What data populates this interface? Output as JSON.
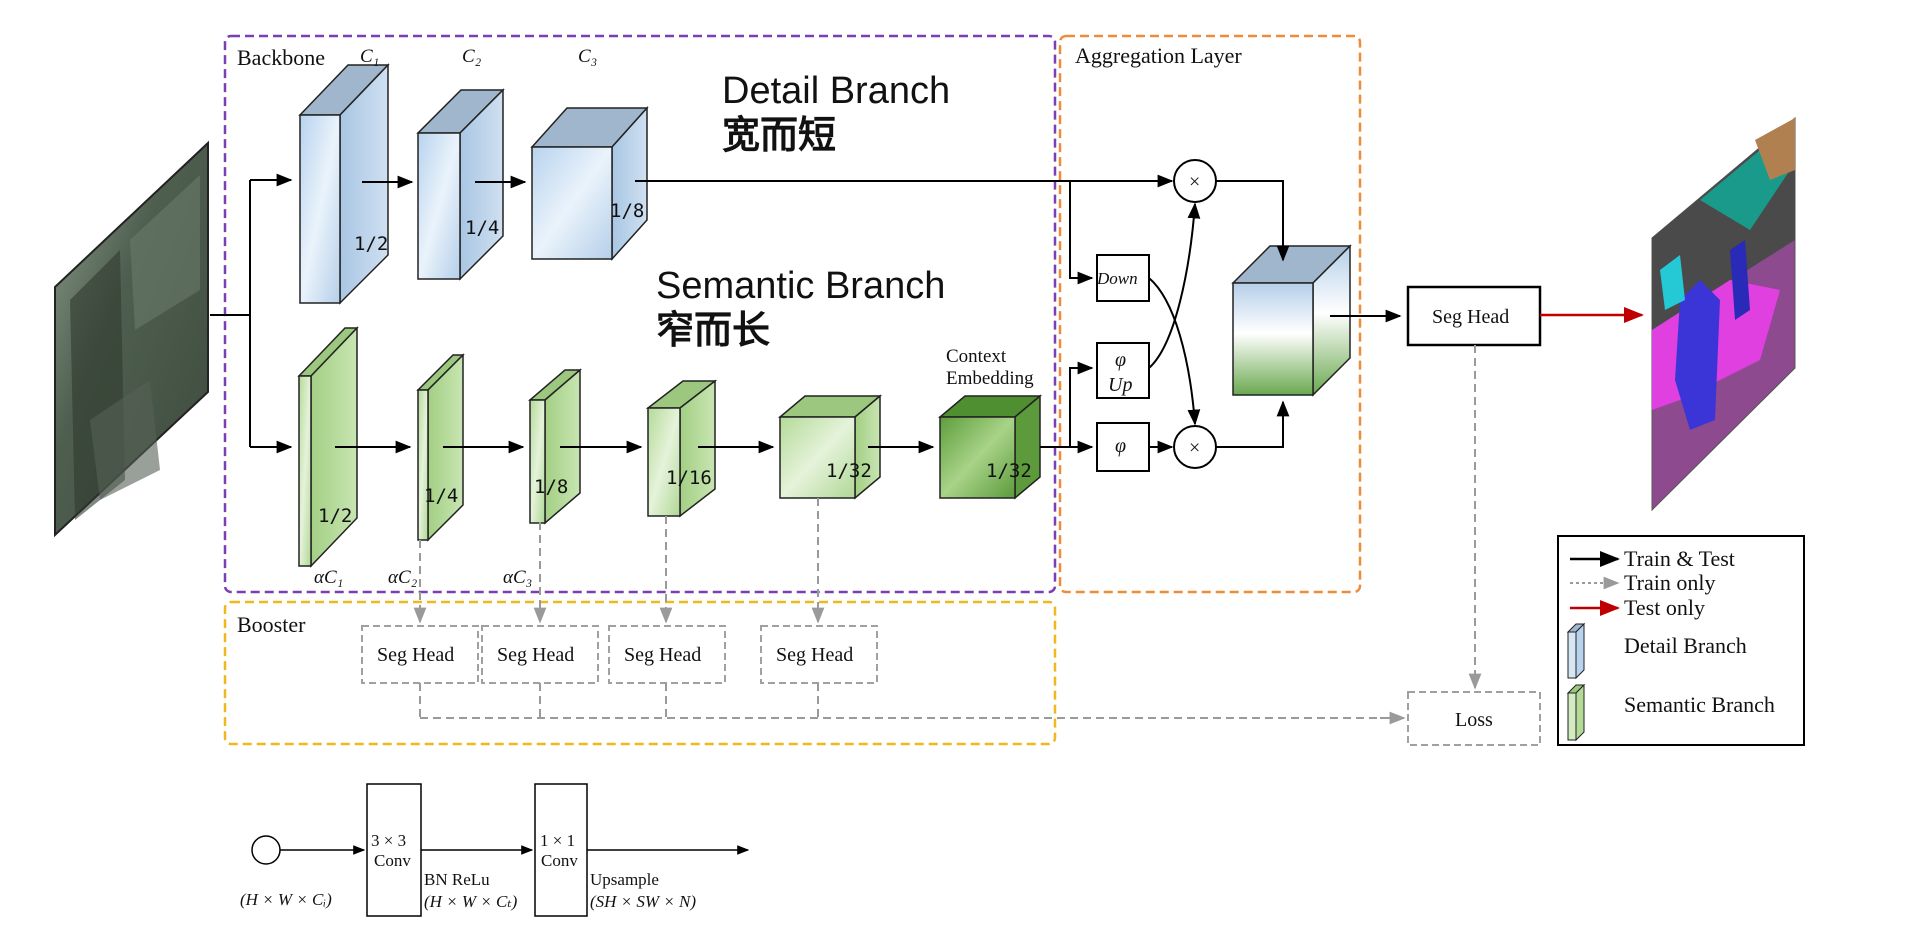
{
  "diagram": {
    "regions": {
      "backbone": "Backbone",
      "aggregation": "Aggregation Layer",
      "booster": "Booster"
    },
    "branch_titles": {
      "detail_en": "Detail Branch",
      "detail_cn": "宽而短",
      "semantic_en": "Semantic Branch",
      "semantic_cn": "窄而长"
    },
    "channel_labels": {
      "c1": "C₁",
      "c2": "C₂",
      "c3": "C₃",
      "ac1": "αC₁",
      "ac2": "αC₂",
      "ac3": "αC₃"
    },
    "detail_scales": [
      "1/2",
      "1/4",
      "1/8"
    ],
    "semantic_scales": [
      "1/2",
      "1/4",
      "1/8",
      "1/16",
      "1/32",
      "1/32"
    ],
    "context_embedding": [
      "Context",
      "Embedding"
    ],
    "aggregation_ops": {
      "down": "Down",
      "phi": "φ",
      "up": "Up",
      "multiply": "×"
    },
    "seg_head": "Seg Head",
    "booster_heads": [
      "Seg Head",
      "Seg Head",
      "Seg Head",
      "Seg Head"
    ],
    "loss": "Loss",
    "legend": {
      "train_test": "Train & Test",
      "train_only": "Train only",
      "test_only": "Test only",
      "detail": "Detail Branch",
      "semantic": "Semantic Branch"
    },
    "seg_head_detail": {
      "input_dims": "(H × W × Cᵢ)",
      "conv1": [
        "3 × 3",
        "Conv"
      ],
      "bn_relu": "BN  ReLu",
      "mid_dims": "(H × W × Cₜ)",
      "conv2": [
        "1 × 1",
        "Conv"
      ],
      "upsample": "Upsample",
      "out_dims": "(SH × SW × N)"
    },
    "colors": {
      "backbone_border": "#7b3fb5",
      "aggregation_border": "#ee8c3a",
      "booster_border": "#f0b71f",
      "detail_fill": "#cfe2f3",
      "semantic_fill": "#c9e5b4",
      "test_arrow": "#c00000",
      "train_arrow": "#9a9a9a"
    }
  }
}
